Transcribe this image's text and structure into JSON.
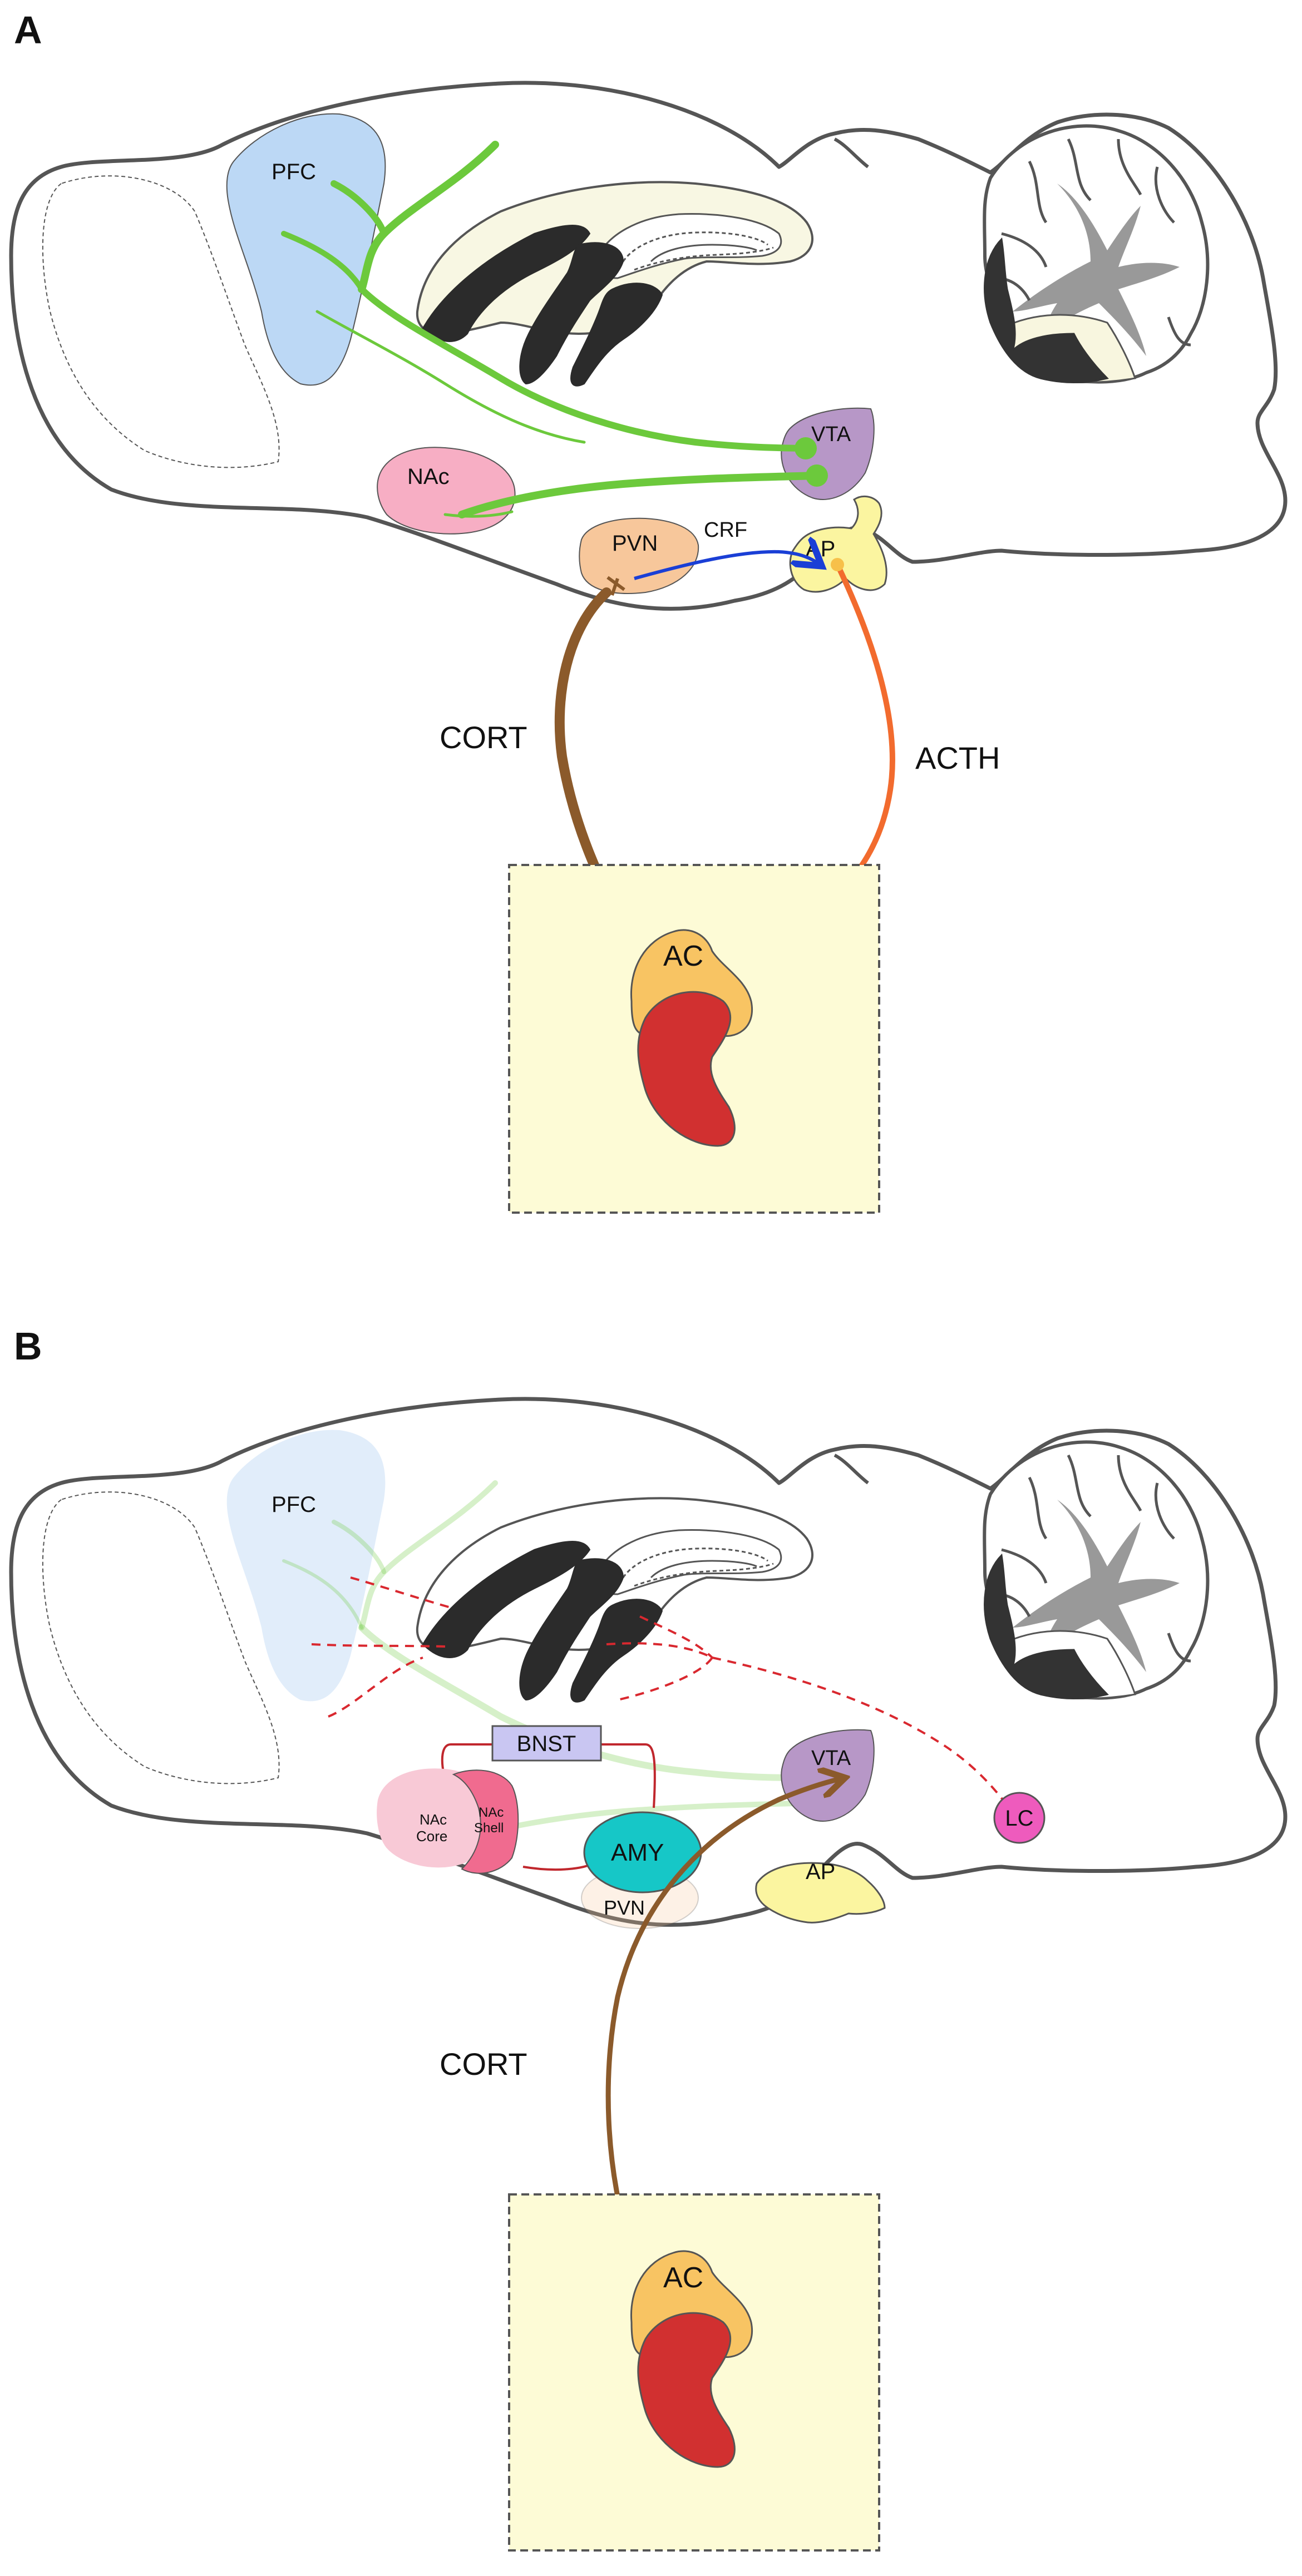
{
  "panels": [
    {
      "letter": "A",
      "labels": {
        "pfc": "PFC",
        "nac": "NAc",
        "vta": "VTA",
        "pvn": "PVN",
        "ap": "AP",
        "crf": "CRF",
        "cort": "CORT",
        "acth": "ACTH",
        "ac": "AC"
      }
    },
    {
      "letter": "B",
      "labels": {
        "pfc": "PFC",
        "bnst": "BNST",
        "nac_core_1": "NAc",
        "nac_core_2": "Core",
        "nac_shell_1": "NAc",
        "nac_shell_2": "Shell",
        "amy": "AMY",
        "pvn": "PVN",
        "vta": "VTA",
        "lc": "LC",
        "ap": "AP",
        "cort": "CORT",
        "ac": "AC"
      }
    }
  ],
  "colors": {
    "brain_outline": "#555555",
    "pfc": "#bcd8f5",
    "nac": "#f7aec4",
    "nac_core": "#f8c9d6",
    "nac_shell": "#f06b8f",
    "vta": "#b797c7",
    "pvn": "#f7c79b",
    "ap": "#fbf5a0",
    "amy": "#16c7c7",
    "bnst": "#c9c6f2",
    "lc": "#ee5bbd",
    "dopamine_path": "#6cc93c",
    "crf_arrow": "#1a3fd6",
    "cort_arrow": "#8b5a2b",
    "acth_arrow": "#f26b2e",
    "adrenal_box": "#fdfbd6",
    "adrenal_cortex": "#f8c463",
    "adrenal_medulla": "#d13030",
    "ne_dashed": "#d9282f",
    "bnst_links": "#c0272d"
  }
}
